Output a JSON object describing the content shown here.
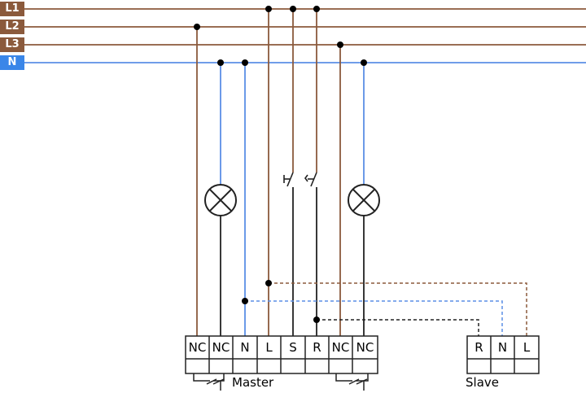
{
  "colors": {
    "phase": "#8B5A3C",
    "neutral": "#5B8FE6",
    "neutral_label_bg": "#3A86E8",
    "wire": "#222222",
    "dot": "#000000"
  },
  "buses": [
    "L1",
    "L2",
    "L3",
    "N"
  ],
  "master": {
    "label": "Master",
    "terminals": [
      "NC",
      "NC",
      "N",
      "L",
      "S",
      "R",
      "NC",
      "NC"
    ]
  },
  "slave": {
    "label": "Slave",
    "terminals": [
      "R",
      "N",
      "L"
    ]
  },
  "icons": [
    "lamp-icon",
    "pushbutton-icon",
    "contact-icon"
  ]
}
